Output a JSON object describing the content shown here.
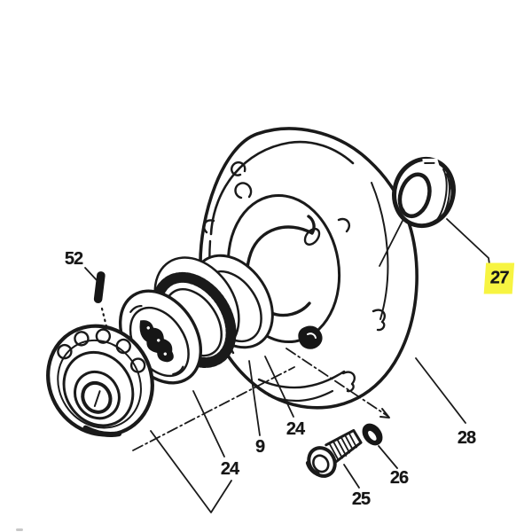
{
  "diagram": {
    "kind": "exploded-parts-diagram",
    "background_color": "#ffffff",
    "line_color": "#1a1a1a",
    "highlight_color": "#f7f441",
    "labels": {
      "l52": {
        "text": "52",
        "highlighted": false
      },
      "l27": {
        "text": "27",
        "highlighted": true
      },
      "l24a": {
        "text": "24",
        "highlighted": false
      },
      "l9": {
        "text": "9",
        "highlighted": false
      },
      "l24b": {
        "text": "24",
        "highlighted": false
      },
      "l28": {
        "text": "28",
        "highlighted": false
      },
      "l26": {
        "text": "26",
        "highlighted": false
      },
      "l25": {
        "text": "25",
        "highlighted": false
      }
    }
  }
}
